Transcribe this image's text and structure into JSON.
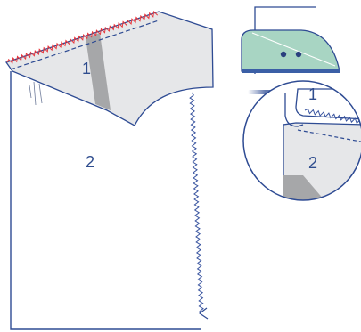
{
  "labels": {
    "main_piece_1": "1",
    "main_piece_2": "2",
    "detail_piece_1": "1",
    "detail_piece_2": "2"
  },
  "colors": {
    "outline": "#2e4b93",
    "label_text": "#2f4d8e",
    "piece_fill": "#e6e7e9",
    "interfacing_fill": "#a6a7a9",
    "overlock_stitch": "#e8383e",
    "iron_soleplate": "#a8d5c3",
    "iron_base": "#3b5fa6",
    "iron_holes": "#2a3f7e",
    "zigzag_stitch": "#3a55a0"
  },
  "icons": {
    "detail_callout": "magnifier-circle-icon",
    "iron": "iron-icon"
  }
}
